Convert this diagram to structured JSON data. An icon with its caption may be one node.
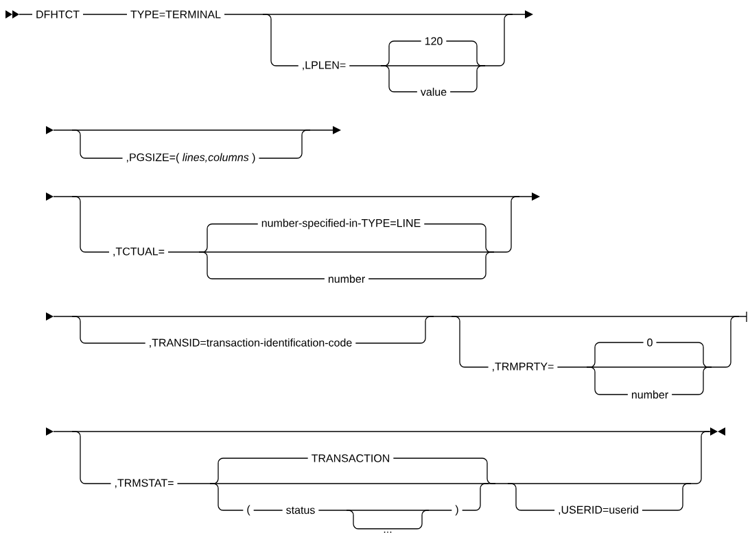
{
  "diagram": {
    "labels": [
      "DFHTCT",
      "TYPE=TERMINAL",
      "120",
      ",LPLEN=",
      "value",
      ",PGSIZE=( *lines,columns* )",
      "number-specified-in-TYPE=LINE",
      ",TCTUAL=",
      "number",
      ",TRANSID=transaction-identification-code",
      "0",
      ",TRMPRTY=",
      "number",
      "TRANSACTION",
      ",TRMSTAT=",
      "(",
      "status",
      ")",
      ",USERID=userid",
      "..."
    ]
  }
}
